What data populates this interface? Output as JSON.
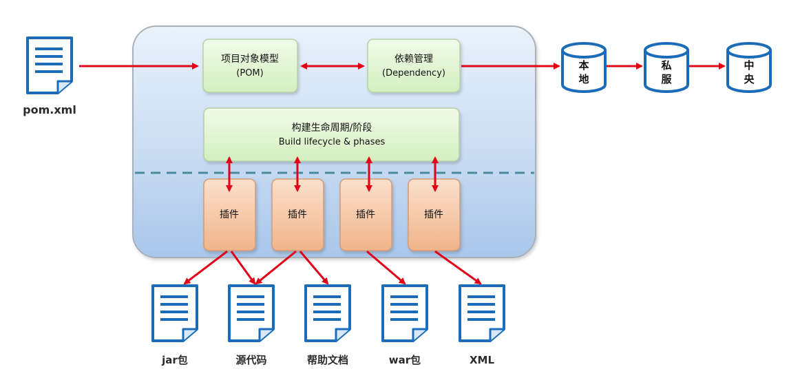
{
  "diagram": {
    "input_doc": {
      "label": "pom.xml"
    },
    "pom_box": {
      "line1": "项目对象模型",
      "line2": "(POM)"
    },
    "dependency_box": {
      "line1": "依赖管理",
      "line2": "(Dependency)"
    },
    "lifecycle_box": {
      "line1": "构建生命周期/阶段",
      "line2": "Build lifecycle & phases"
    },
    "plugins": [
      {
        "label": "插件"
      },
      {
        "label": "插件"
      },
      {
        "label": "插件"
      },
      {
        "label": "插件"
      }
    ],
    "repositories": [
      {
        "line1": "本",
        "line2": "地"
      },
      {
        "line1": "私",
        "line2": "服"
      },
      {
        "line1": "中",
        "line2": "央"
      }
    ],
    "outputs": [
      {
        "label": "jar包"
      },
      {
        "label": "源代码"
      },
      {
        "label": "帮助文档"
      },
      {
        "label": "war包"
      },
      {
        "label": "XML"
      }
    ],
    "colors": {
      "arrow": "#e00017",
      "doc_stroke": "#1a6bb8",
      "green_fill": "#e2f6d3",
      "orange_fill": "#f6c7a6"
    }
  }
}
